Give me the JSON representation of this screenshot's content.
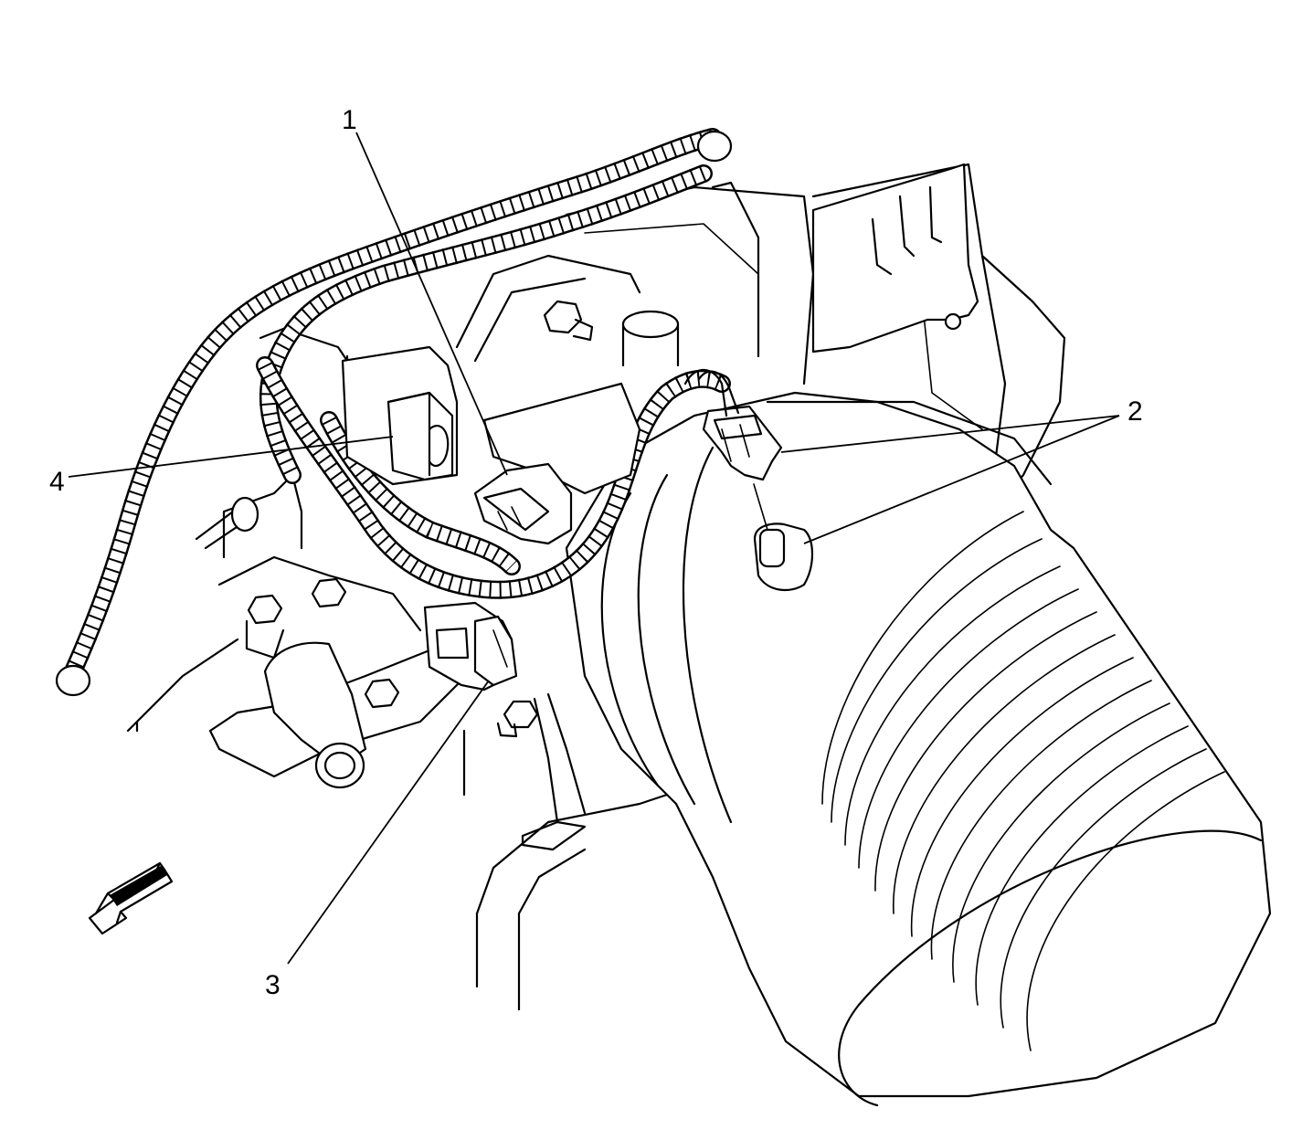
{
  "callouts": [
    {
      "id": "1",
      "label": "1"
    },
    {
      "id": "2",
      "label": "2"
    },
    {
      "id": "3",
      "label": "3"
    },
    {
      "id": "4",
      "label": "4"
    }
  ],
  "icons": {
    "direction": "front-arrow-icon"
  },
  "colors": {
    "line": "#000000",
    "background": "#ffffff"
  }
}
